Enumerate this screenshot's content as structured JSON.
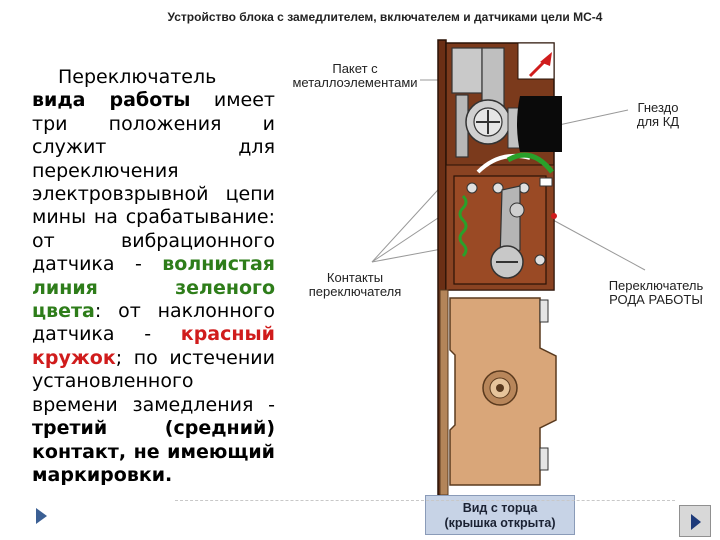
{
  "title": "Устройство блока с замедлителем, включателем и датчиками цели МС-4",
  "paragraph": {
    "part1": "Переключатель",
    "part2": "вида работы",
    "part3": " имеет три положения и служит для переключения электровзрывной цепи мины на срабатывание: от вибрационного датчика - ",
    "green_text": "волнистая линия зеленого цвета",
    "part4": ": от наклонного датчика - ",
    "red_text": "красный кружок",
    "part5": "; по истечении установленного времени замедления - ",
    "part6": "третий (средний) контакт, не имеющий маркировки."
  },
  "labels": {
    "package_line1": "Пакет с",
    "package_line2": "металлоэлементами",
    "socket_line1": "Гнездо",
    "socket_line2": "для КД",
    "contacts_line1": "Контакты",
    "contacts_line2": "переключателя",
    "switch_line1": "Переключатель",
    "switch_line2": "РОДА РАБОТЫ"
  },
  "caption": {
    "line1": "Вид с торца",
    "line2": "(крышка открыта)"
  },
  "colors": {
    "housing": "#7b3a1c",
    "housing_light": "#d9a679",
    "green_mark": "#2aa02a",
    "red_mark": "#d01c1c",
    "caption_bg": "#c7d3e6"
  }
}
